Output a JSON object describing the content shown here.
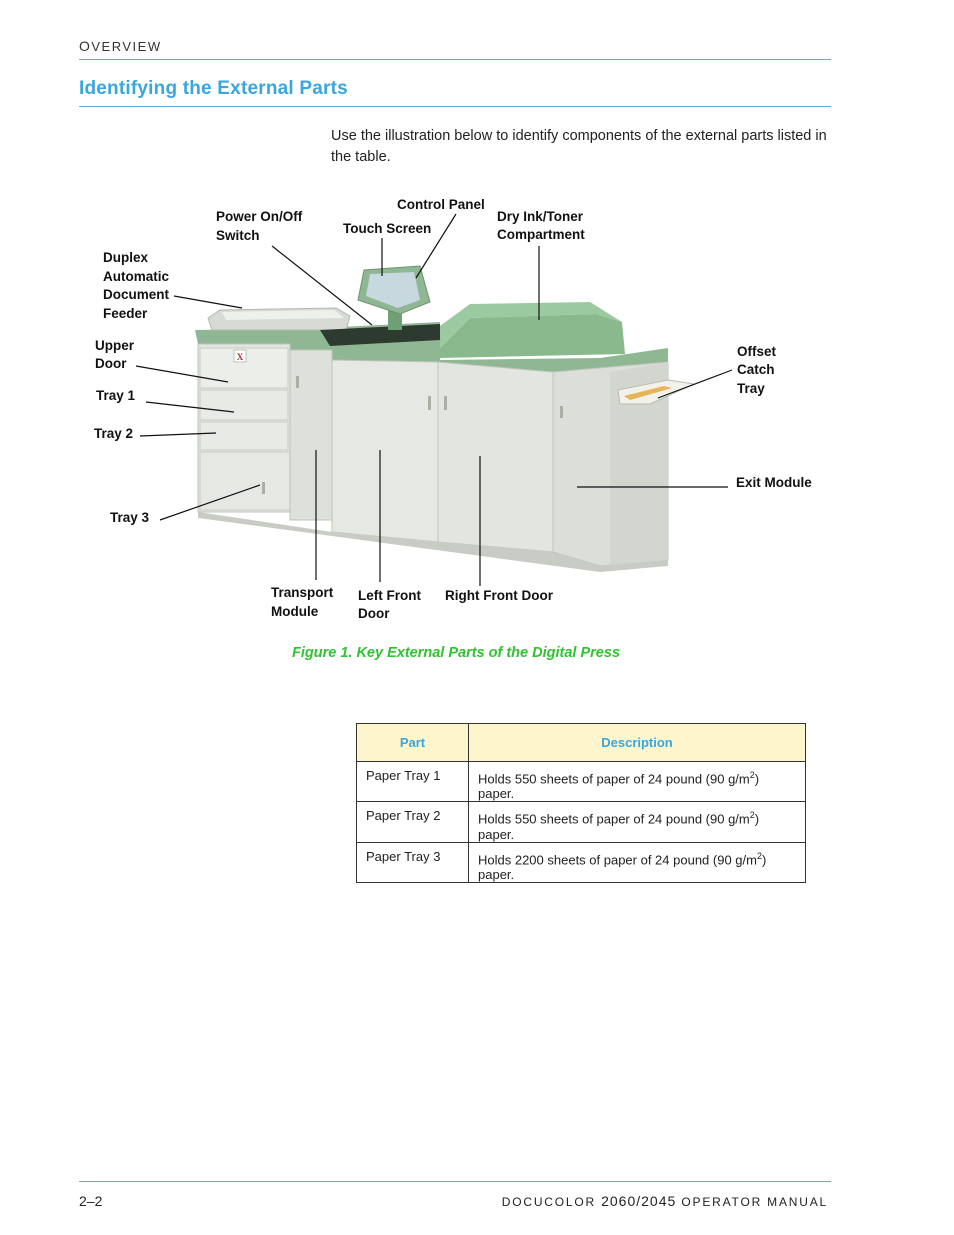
{
  "header": {
    "running_head_cap": "O",
    "running_head_rest": "VERVIEW"
  },
  "section": {
    "title": "Identifying the External Parts",
    "intro": "Use the illustration below to identify components of the external parts listed in the table."
  },
  "figure": {
    "callouts": {
      "control_panel": "Control Panel",
      "power_switch_1": "Power On/Off",
      "power_switch_2": "Switch",
      "touch_screen": "Touch Screen",
      "dry_ink_1": "Dry Ink/Toner",
      "dry_ink_2": "Compartment",
      "duplex_1": "Duplex",
      "duplex_2": "Automatic",
      "duplex_3": "Document",
      "duplex_4": "Feeder",
      "upper_door_1": "Upper",
      "upper_door_2": "Door",
      "tray1": "Tray 1",
      "tray2": "Tray 2",
      "tray3": "Tray 3",
      "offset_1": "Offset",
      "offset_2": "Catch",
      "offset_3": "Tray",
      "exit_module": "Exit Module",
      "transport_1": "Transport",
      "transport_2": "Module",
      "left_door_1": "Left Front",
      "left_door_2": "Door",
      "right_door": "Right Front Door"
    },
    "logo": "X",
    "caption": "Figure 1. Key External Parts of the Digital Press"
  },
  "table": {
    "headers": {
      "part": "Part",
      "description": "Description"
    },
    "rows": [
      {
        "part": "Paper Tray 1",
        "desc_pre": "Holds 550 sheets of paper of 24 pound (90 g/m",
        "sup": "2",
        "desc_post": ") paper."
      },
      {
        "part": "Paper Tray 2",
        "desc_pre": "Holds 550 sheets of paper of 24 pound (90 g/m",
        "sup": "2",
        "desc_post": ") paper."
      },
      {
        "part": "Paper Tray 3",
        "desc_pre": "Holds 2200 sheets of paper of 24 pound (90 g/m",
        "sup": "2",
        "desc_post": ") paper."
      }
    ]
  },
  "footer": {
    "page_number": "2–2",
    "manual_pre": "DOCUCOLOR ",
    "manual_model": "2060/2045",
    "manual_post": " OPERATOR MANUAL"
  },
  "colors": {
    "accent_blue": "#3aa6dd",
    "caption_green": "#2ec42e",
    "header_fill": "#fdf6cc",
    "machine_green": "#7fae82",
    "machine_body": "#dfe3dc"
  }
}
